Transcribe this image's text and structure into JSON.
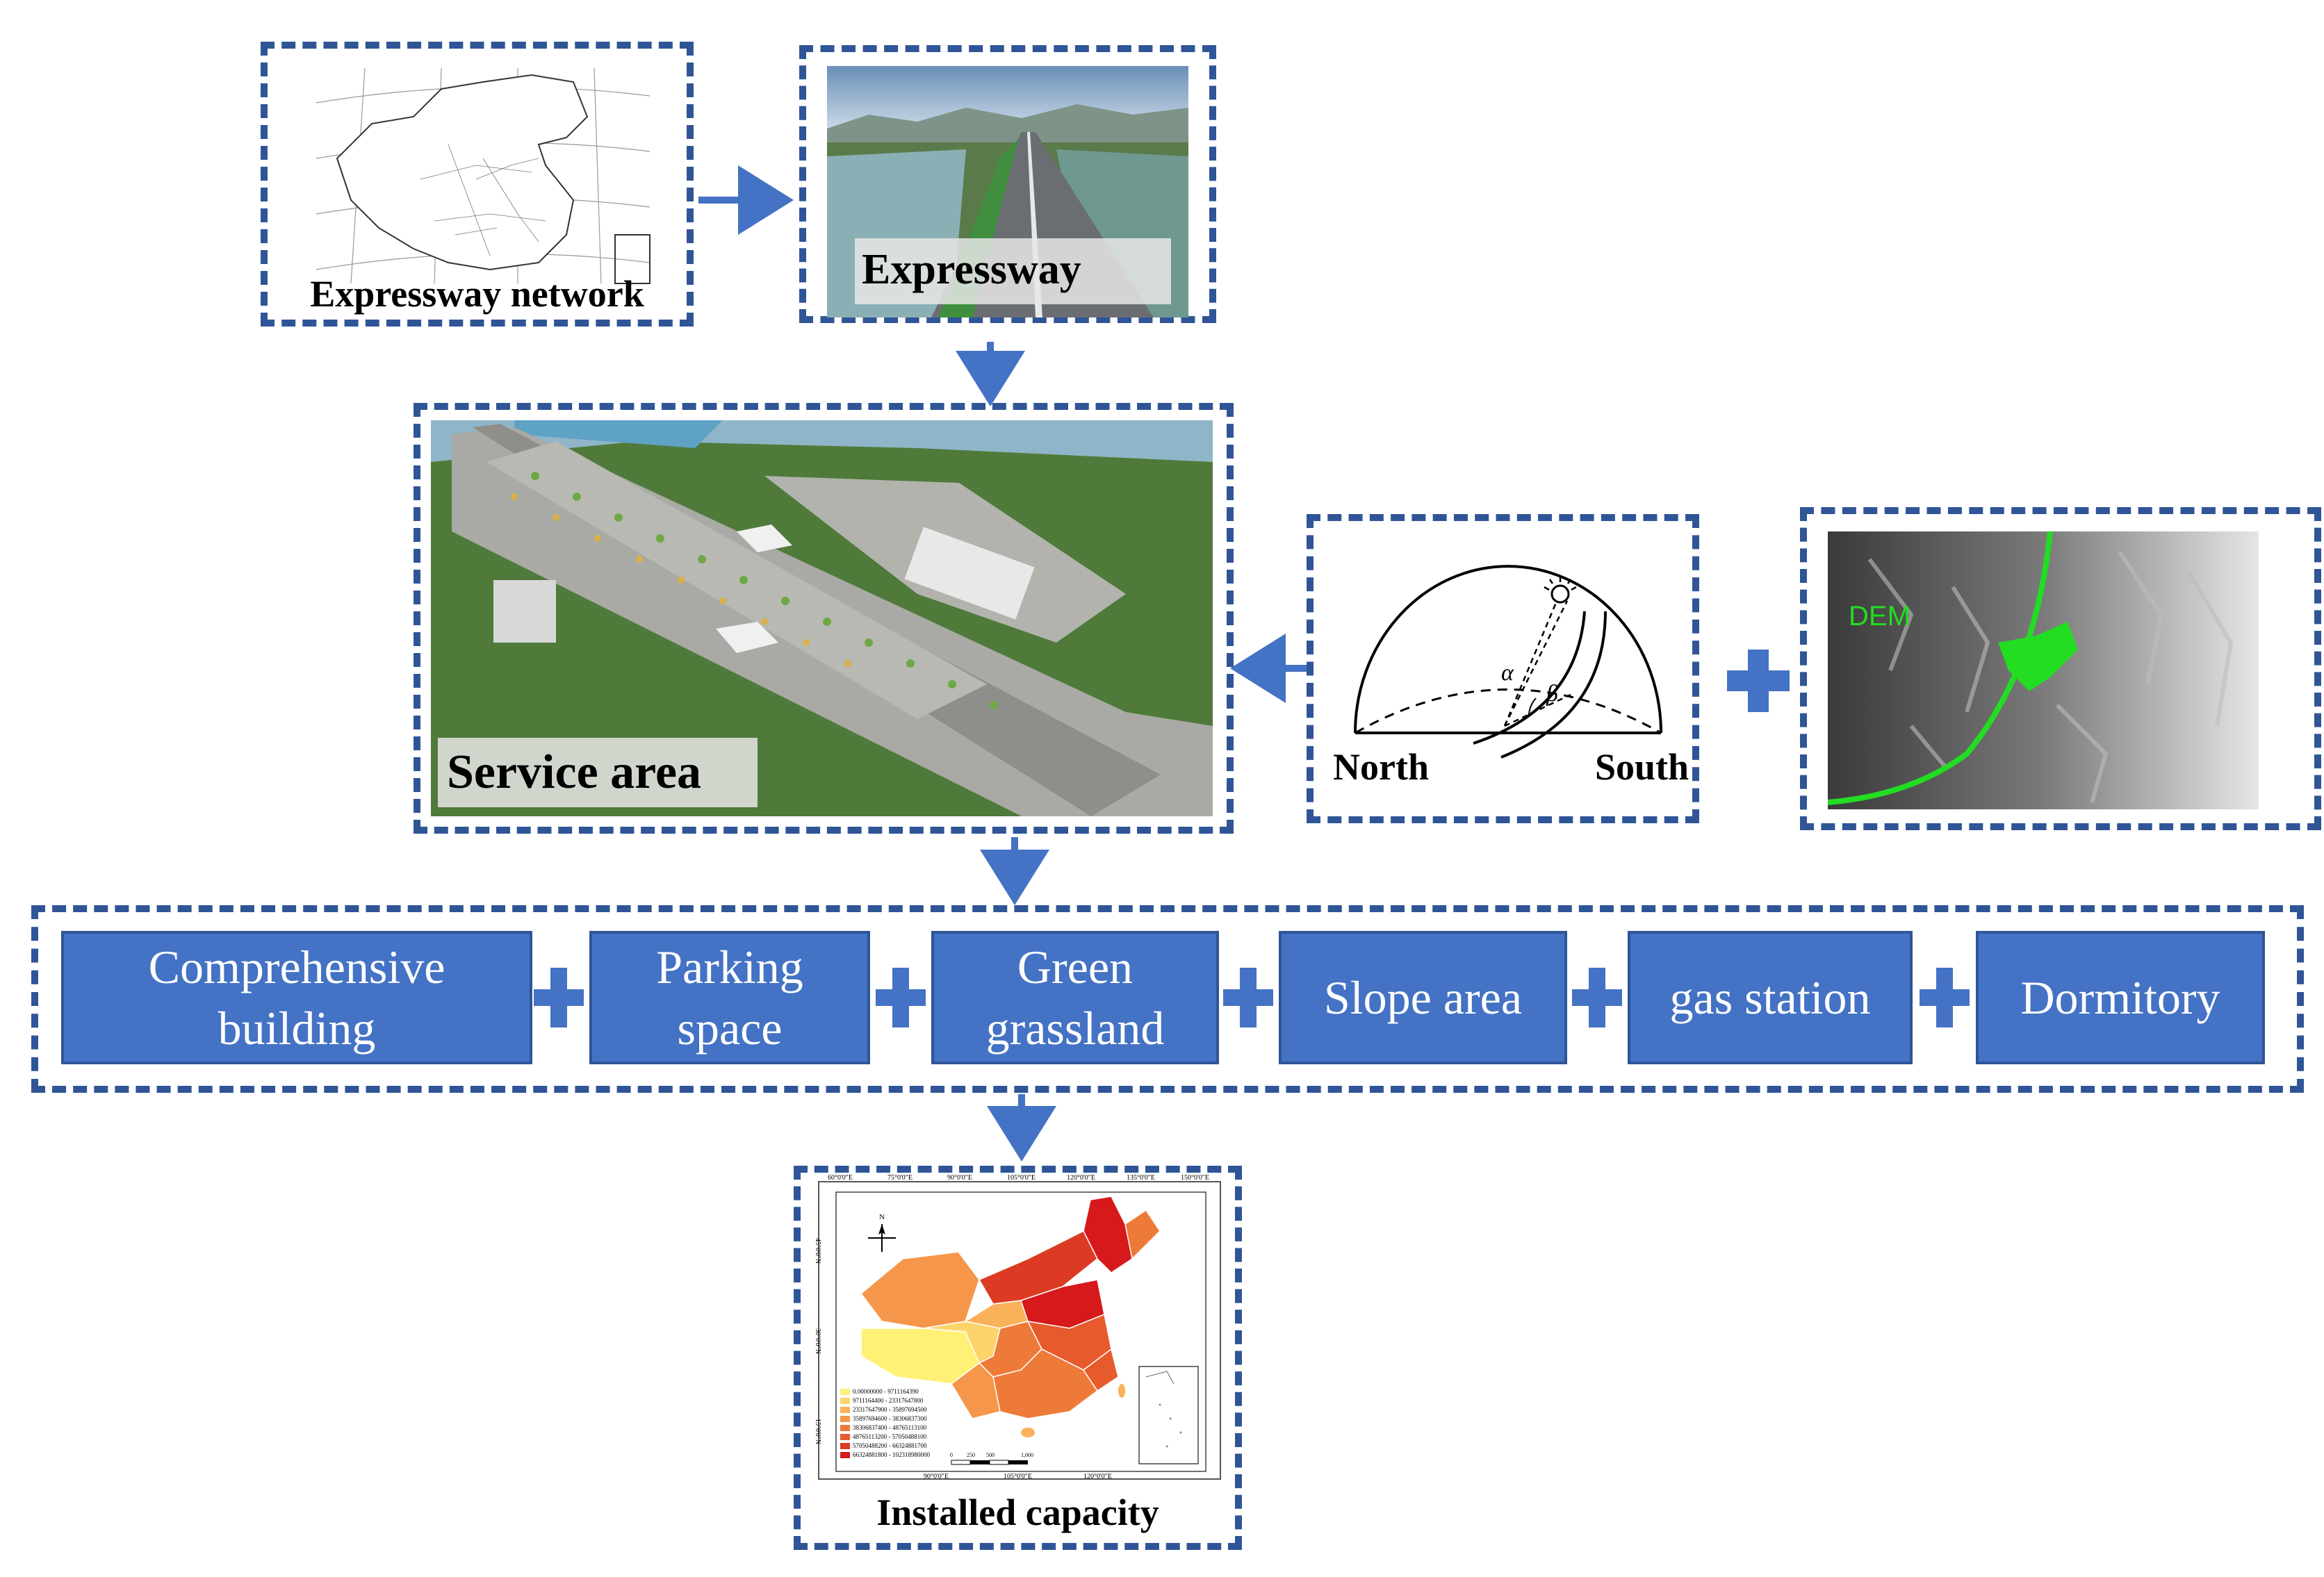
{
  "expressway_network": {
    "caption": "Expressway network"
  },
  "expressway": {
    "caption": "Expressway"
  },
  "service_area": {
    "caption": "Service area"
  },
  "sun_diagram": {
    "north": "North",
    "south": "South",
    "alpha": "α",
    "beta": "β"
  },
  "dem": {
    "label": "DEM"
  },
  "components": [
    {
      "line1": "Comprehensive",
      "line2": "building"
    },
    {
      "line1": "Parking",
      "line2": "space"
    },
    {
      "line1": "Green",
      "line2": "grassland"
    },
    {
      "line1": "Slope area",
      "line2": ""
    },
    {
      "line1": "gas station",
      "line2": ""
    },
    {
      "line1": "Dormitory",
      "line2": ""
    }
  ],
  "installed_capacity": {
    "caption": "Installed capacity",
    "top_ticks": [
      "60°0'0\"E",
      "75°0'0\"E",
      "90°0'0\"E",
      "105°0'0\"E",
      "120°0'0\"E",
      "135°0'0\"E",
      "150°0'0\"E"
    ],
    "bottom_ticks": [
      "90°0'0\"E",
      "105°0'0\"E",
      "120°0'0\"E"
    ],
    "left_ticks": [
      "45°0'0\"N",
      "30°0'0\"N",
      "15°0'0\"N"
    ],
    "north_label": "N",
    "legend": [
      {
        "range": "0.00000000 - 9711164390",
        "color": "#fff176"
      },
      {
        "range": "9711164400 - 23317647800",
        "color": "#fdd46a"
      },
      {
        "range": "23317647900 - 35897694500",
        "color": "#f9b25a"
      },
      {
        "range": "35897694600 - 38306837300",
        "color": "#f5964a"
      },
      {
        "range": "38306837400 - 48765113100",
        "color": "#ee7a3a"
      },
      {
        "range": "48765113200 - 57050488100",
        "color": "#e75a2c"
      },
      {
        "range": "57050488200 - 66324881700",
        "color": "#dc3a22"
      },
      {
        "range": "66324881800 - 102318980000",
        "color": "#d7191c"
      }
    ],
    "scale_labels": [
      "0",
      "250",
      "500",
      "1,000"
    ]
  },
  "colors": {
    "accent": "#4472c4",
    "border": "#2f5597",
    "dem_green": "#22dd22"
  }
}
